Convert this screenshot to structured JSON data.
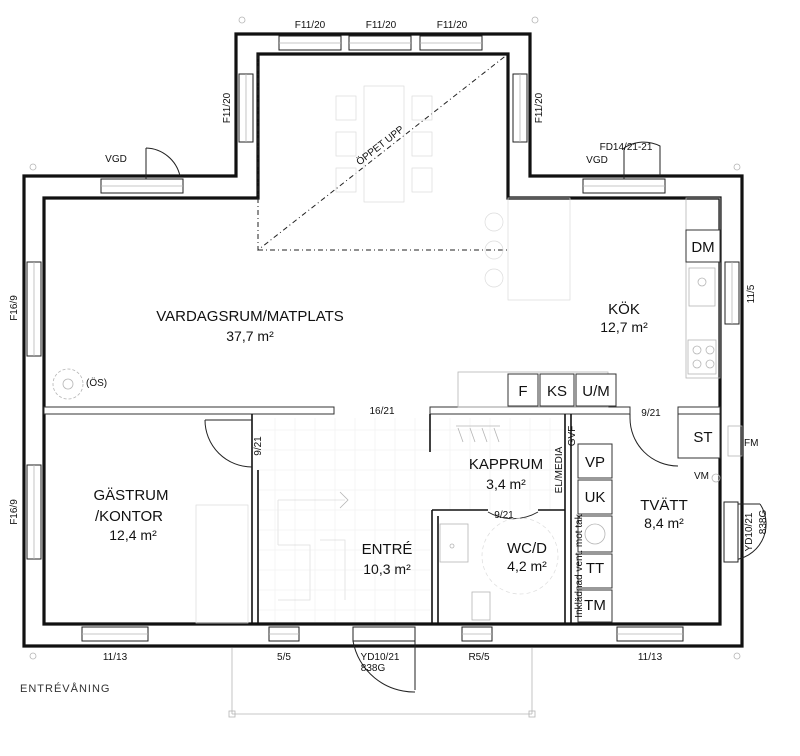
{
  "caption": "ENTRÉVÅNING",
  "rooms": {
    "living": {
      "name": "VARDAGSRUM/MATPLATS",
      "area": "37,7 m²"
    },
    "kitchen": {
      "name": "KÖK",
      "area": "12,7 m²"
    },
    "guest": {
      "name1": "GÄSTRUM",
      "name2": "/KONTOR",
      "area": "12,4 m²"
    },
    "entry": {
      "name": "ENTRÉ",
      "area": "10,3 m²"
    },
    "closet": {
      "name": "KAPPRUM",
      "area": "3,4 m²"
    },
    "wc": {
      "name": "WC/D",
      "area": "4,2 m²"
    },
    "laundry": {
      "name": "TVÄTT",
      "area": "8,4 m²"
    }
  },
  "open_above": "ÖPPET UPP",
  "labels": {
    "window_top": "F11/20",
    "window_bay_side": "F11/20",
    "vgd": "VGD",
    "fd": "FD14/21-21",
    "window_west": "F16/9",
    "window_east": "11/5",
    "opening_living": "16/21",
    "door_guest": "9/21",
    "door_wc": "9/21",
    "door_laundry": "9/21",
    "window_south_left": "11/13",
    "window_south_mid": "5/5",
    "window_south_wc": "R5/5",
    "window_south_right": "11/13",
    "entry_door": "YD10/21",
    "entry_door_size": "838G",
    "side_door": "YD10/21",
    "side_door_size": "838G",
    "os": "(ÖS)",
    "fm": "FM",
    "vm": "VM",
    "el_media": "EL/MEDIA",
    "gvf": "GVF",
    "vent": "Inklädnad vent. mot tak"
  },
  "fixtures": {
    "dm": "DM",
    "f": "F",
    "ks": "KS",
    "um": "U/M",
    "st": "ST",
    "vp": "VP",
    "uk": "UK",
    "tt": "TT",
    "tm": "TM"
  }
}
